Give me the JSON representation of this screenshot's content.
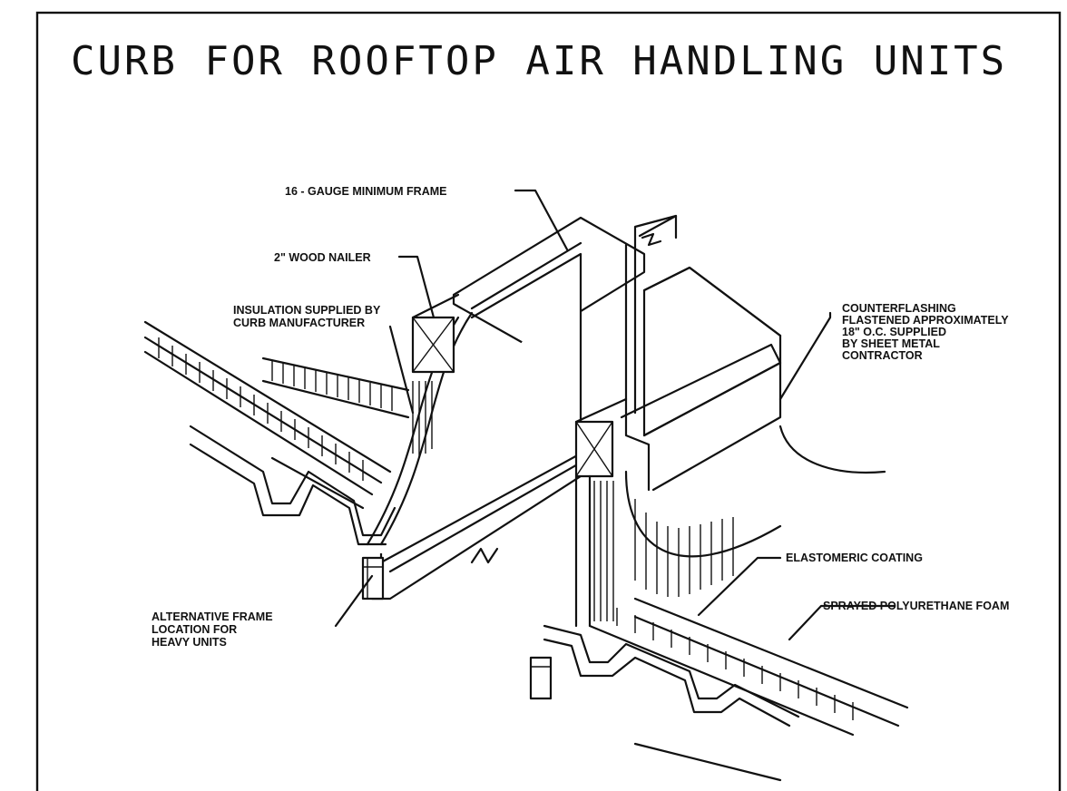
{
  "title": "CURB FOR ROOFTOP AIR HANDLING UNITS",
  "labels": {
    "frame": [
      "16 - GAUGE MINIMUM FRAME"
    ],
    "nailer": [
      "2\" WOOD NAILER"
    ],
    "insulation": [
      "INSULATION SUPPLIED BY",
      "CURB MANUFACTURER"
    ],
    "counterflashing": [
      "COUNTERFLASHING",
      "FLASTENED APPROXIMATELY",
      "18\" O.C. SUPPLIED",
      "BY SHEET METAL",
      "CONTRACTOR"
    ],
    "coating": [
      "ELASTOMERIC COATING"
    ],
    "foam": [
      "SPRAYED POLYURETHANE FOAM"
    ],
    "alt_frame": [
      "ALTERNATIVE FRAME",
      "LOCATION FOR",
      "HEAVY UNITS"
    ]
  },
  "colors": {
    "ink": "#111111",
    "paper": "#ffffff"
  }
}
